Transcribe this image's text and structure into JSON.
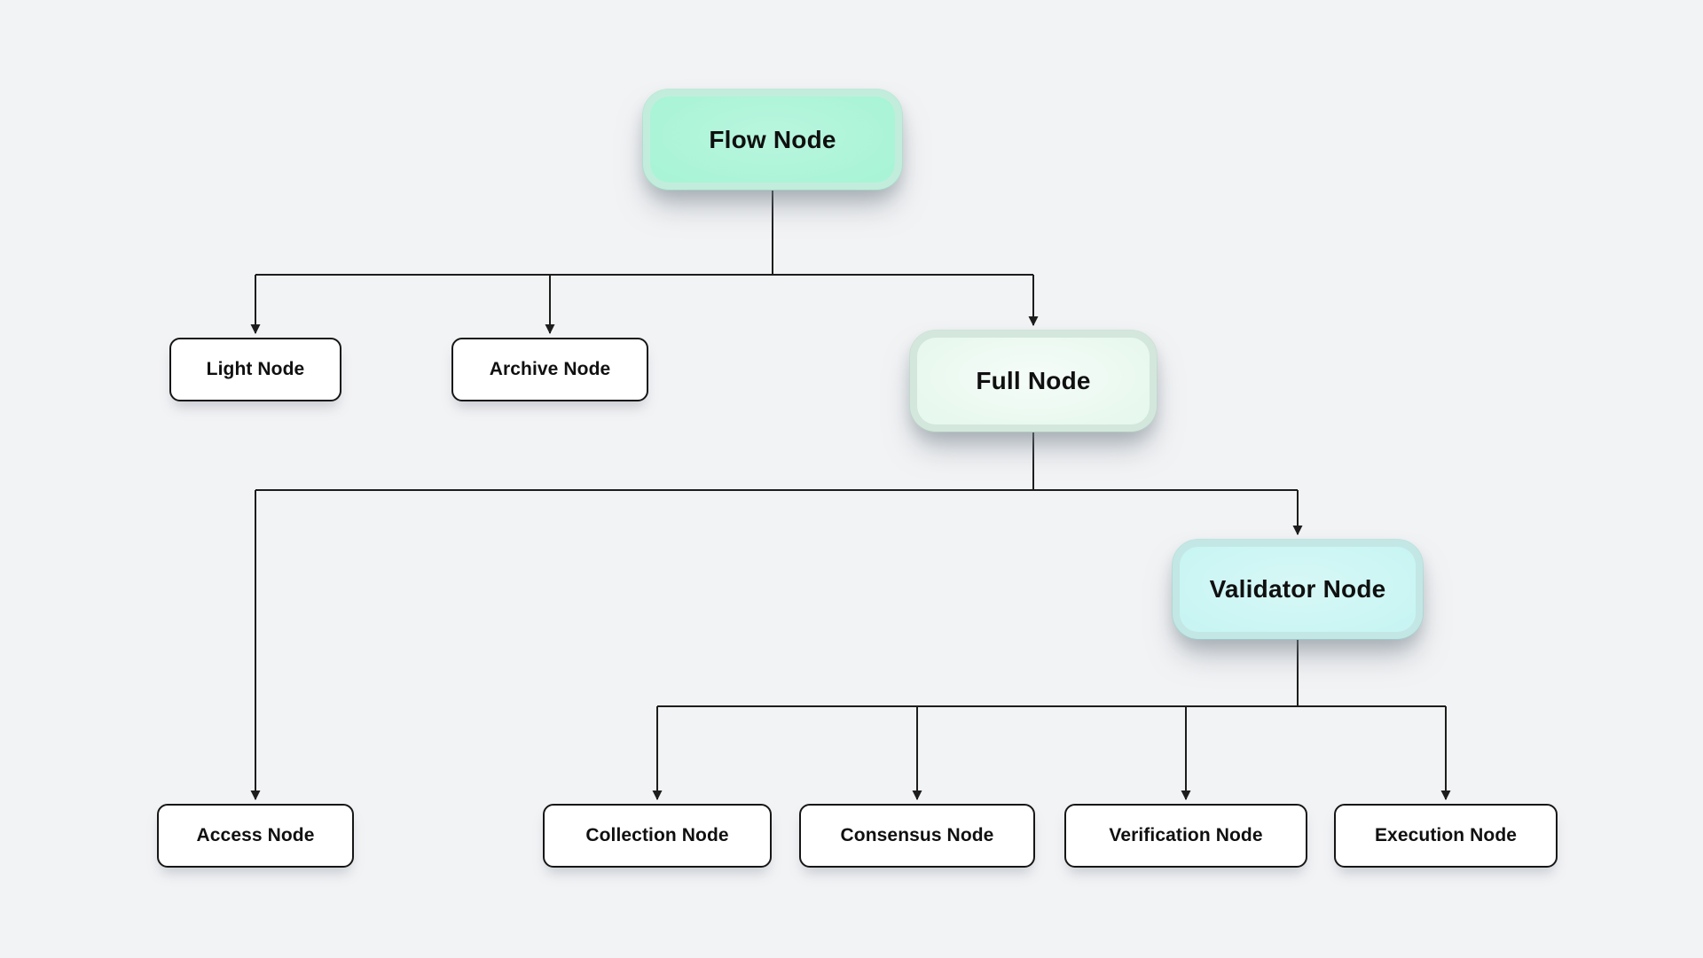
{
  "page": {
    "background": "#f2f3f5"
  },
  "diagram": {
    "line_color": "#1d1d1d",
    "nodes": {
      "flow": {
        "label": "Flow Node",
        "fill": "#a9f4d7",
        "rim": "rgba(154,231,199,0.55)"
      },
      "light": {
        "label": "Light Node",
        "fill": "#ffffff"
      },
      "archive": {
        "label": "Archive Node",
        "fill": "#ffffff"
      },
      "full": {
        "label": "Full Node",
        "fill": "#e7f8ee",
        "rim": "rgba(181,219,196,0.50)"
      },
      "validator": {
        "label": "Validator Node",
        "fill": "#c8f5f3",
        "rim": "rgba(148,219,214,0.50)"
      },
      "access": {
        "label": "Access Node",
        "fill": "#ffffff"
      },
      "collection": {
        "label": "Collection Node",
        "fill": "#ffffff"
      },
      "consensus": {
        "label": "Consensus Node",
        "fill": "#ffffff"
      },
      "verification": {
        "label": "Verification Node",
        "fill": "#ffffff"
      },
      "execution": {
        "label": "Execution Node",
        "fill": "#ffffff"
      }
    },
    "edges": [
      {
        "from": "flow",
        "to": "light"
      },
      {
        "from": "flow",
        "to": "archive"
      },
      {
        "from": "flow",
        "to": "full"
      },
      {
        "from": "full",
        "to": "access"
      },
      {
        "from": "full",
        "to": "validator"
      },
      {
        "from": "validator",
        "to": "collection"
      },
      {
        "from": "validator",
        "to": "consensus"
      },
      {
        "from": "validator",
        "to": "verification"
      },
      {
        "from": "validator",
        "to": "execution"
      }
    ]
  }
}
